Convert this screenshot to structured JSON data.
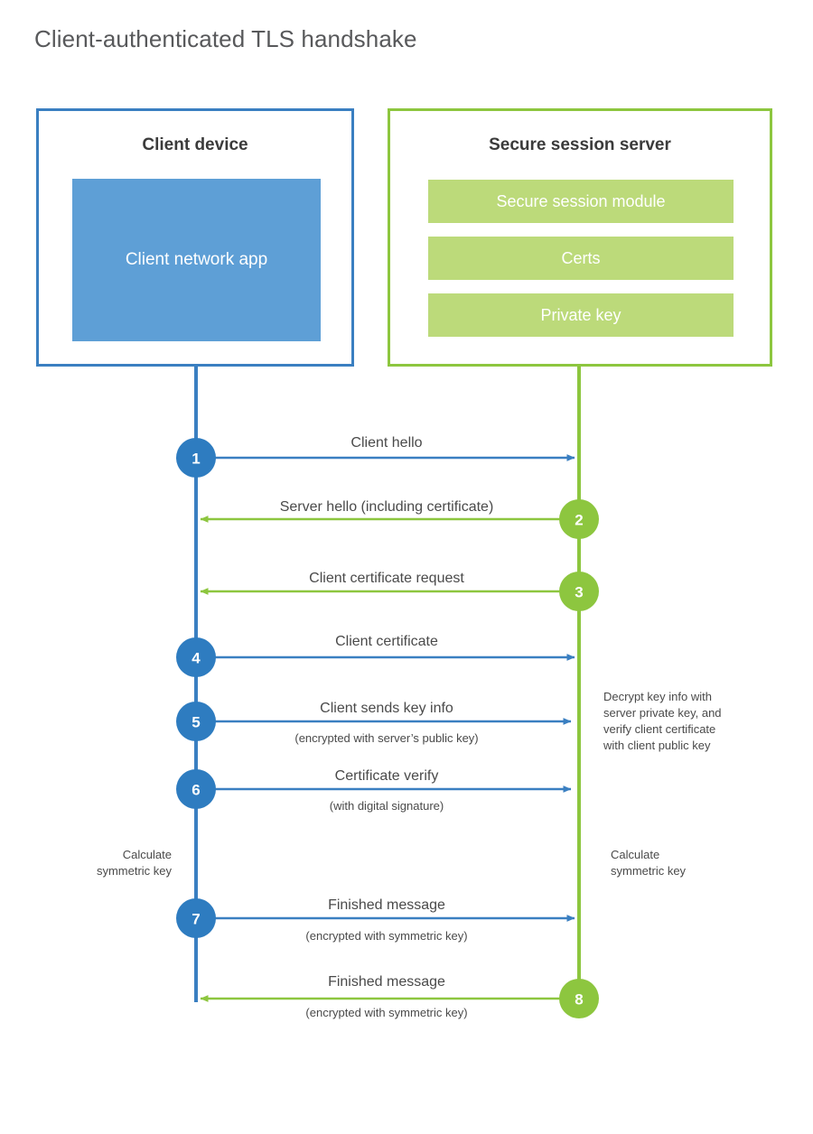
{
  "title": "Client-authenticated TLS handshake",
  "colors": {
    "client_blue": "#3A7FC1",
    "client_app_blue": "#5E9FD6",
    "server_green": "#8DC63F",
    "server_bar_green": "#BCDA7A",
    "text_gray": "#4a4a4a",
    "title_gray": "#58595b",
    "background": "#ffffff"
  },
  "client": {
    "title": "Client device",
    "app_label": "Client network app",
    "note": "Calculate symmetric key"
  },
  "server": {
    "title": "Secure session server",
    "components": [
      "Secure session module",
      "Certs",
      "Private key"
    ],
    "note_decrypt": "Decrypt key info with server private key, and verify client certificate with client public key",
    "note": "Calculate symmetric key"
  },
  "steps": [
    {
      "number": "1",
      "label": "Client hello",
      "sub": "",
      "direction": "client-to-server",
      "color": "#3A7FC1"
    },
    {
      "number": "2",
      "label": "Server hello (including certificate)",
      "sub": "",
      "direction": "server-to-client",
      "color": "#8DC63F"
    },
    {
      "number": "3",
      "label": "Client certificate request",
      "sub": "",
      "direction": "server-to-client",
      "color": "#8DC63F"
    },
    {
      "number": "4",
      "label": "Client certificate",
      "sub": "",
      "direction": "client-to-server",
      "color": "#3A7FC1"
    },
    {
      "number": "5",
      "label": "Client sends key info",
      "sub": "(encrypted with server’s public key)",
      "direction": "client-to-server",
      "color": "#3A7FC1"
    },
    {
      "number": "6",
      "label": "Certificate verify",
      "sub": "(with digital signature)",
      "direction": "client-to-server",
      "color": "#3A7FC1"
    },
    {
      "number": "7",
      "label": "Finished message",
      "sub": "(encrypted with symmetric key)",
      "direction": "client-to-server",
      "color": "#3A7FC1"
    },
    {
      "number": "8",
      "label": "Finished message",
      "sub": "(encrypted with symmetric key)",
      "direction": "server-to-client",
      "color": "#8DC63F"
    }
  ],
  "server_note_lines": [
    "Decrypt key info with",
    "server private key, and",
    "verify client certificate",
    "with client public key"
  ],
  "client_note_lines": [
    "Calculate",
    "symmetric key"
  ],
  "server_calc_lines": [
    "Calculate",
    "symmetric key"
  ]
}
